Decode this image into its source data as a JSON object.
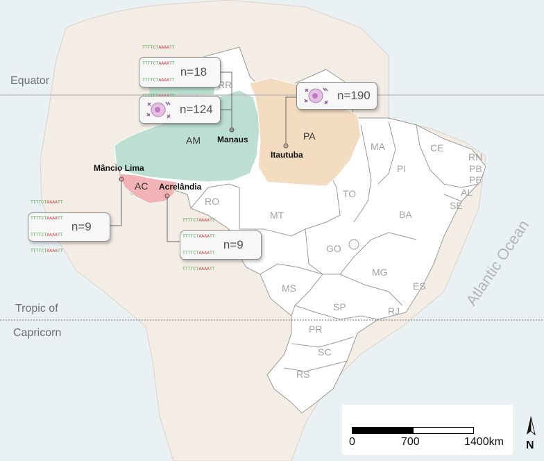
{
  "lines": {
    "equator": "Equator",
    "tropic_line1": "Tropic of",
    "tropic_line2": "Capricorn"
  },
  "ocean": "Atlantic Ocean",
  "states": [
    "RR",
    "MA",
    "CE",
    "RN",
    "PB",
    "PE",
    "AL",
    "SE",
    "PI",
    "TO",
    "BA",
    "RO",
    "MT",
    "GO",
    "MG",
    "ES",
    "MS",
    "SP",
    "RJ",
    "PR",
    "SC",
    "RS"
  ],
  "highlighted_states": {
    "amazonas": "AM",
    "para": "PA",
    "acre": "AC"
  },
  "cities": {
    "manaus": "Manaus",
    "itautuba": "Itautuba",
    "mancio_lima": "Mâncio Lima",
    "acrelandia": "Acrelândia"
  },
  "callouts": {
    "manaus_seq": {
      "count": "n=18",
      "icon": "dna-sequence-icon"
    },
    "manaus_cell": {
      "count": "n=124",
      "icon": "parasite-cell-icon"
    },
    "itautuba_cell": {
      "count": "n=190",
      "icon": "parasite-cell-icon"
    },
    "mancio_lima_seq": {
      "count": "n=9",
      "icon": "dna-sequence-icon"
    },
    "acrelandia_seq": {
      "count": "n=9",
      "icon": "dna-sequence-icon"
    }
  },
  "sequence_text": {
    "green": "TTTTCT",
    "red": "AAAA",
    "tail": "TT"
  },
  "scale": {
    "label_0": "0",
    "label_700": "700",
    "label_1400": "1400km"
  },
  "north": "N",
  "colors": {
    "amazonas": "#bcdfd1",
    "para": "#f4dcc0",
    "acre": "#f2b3b6",
    "land": "#f3ede5",
    "brazil": "#ffffff",
    "ocean": "#e9f1f3"
  }
}
